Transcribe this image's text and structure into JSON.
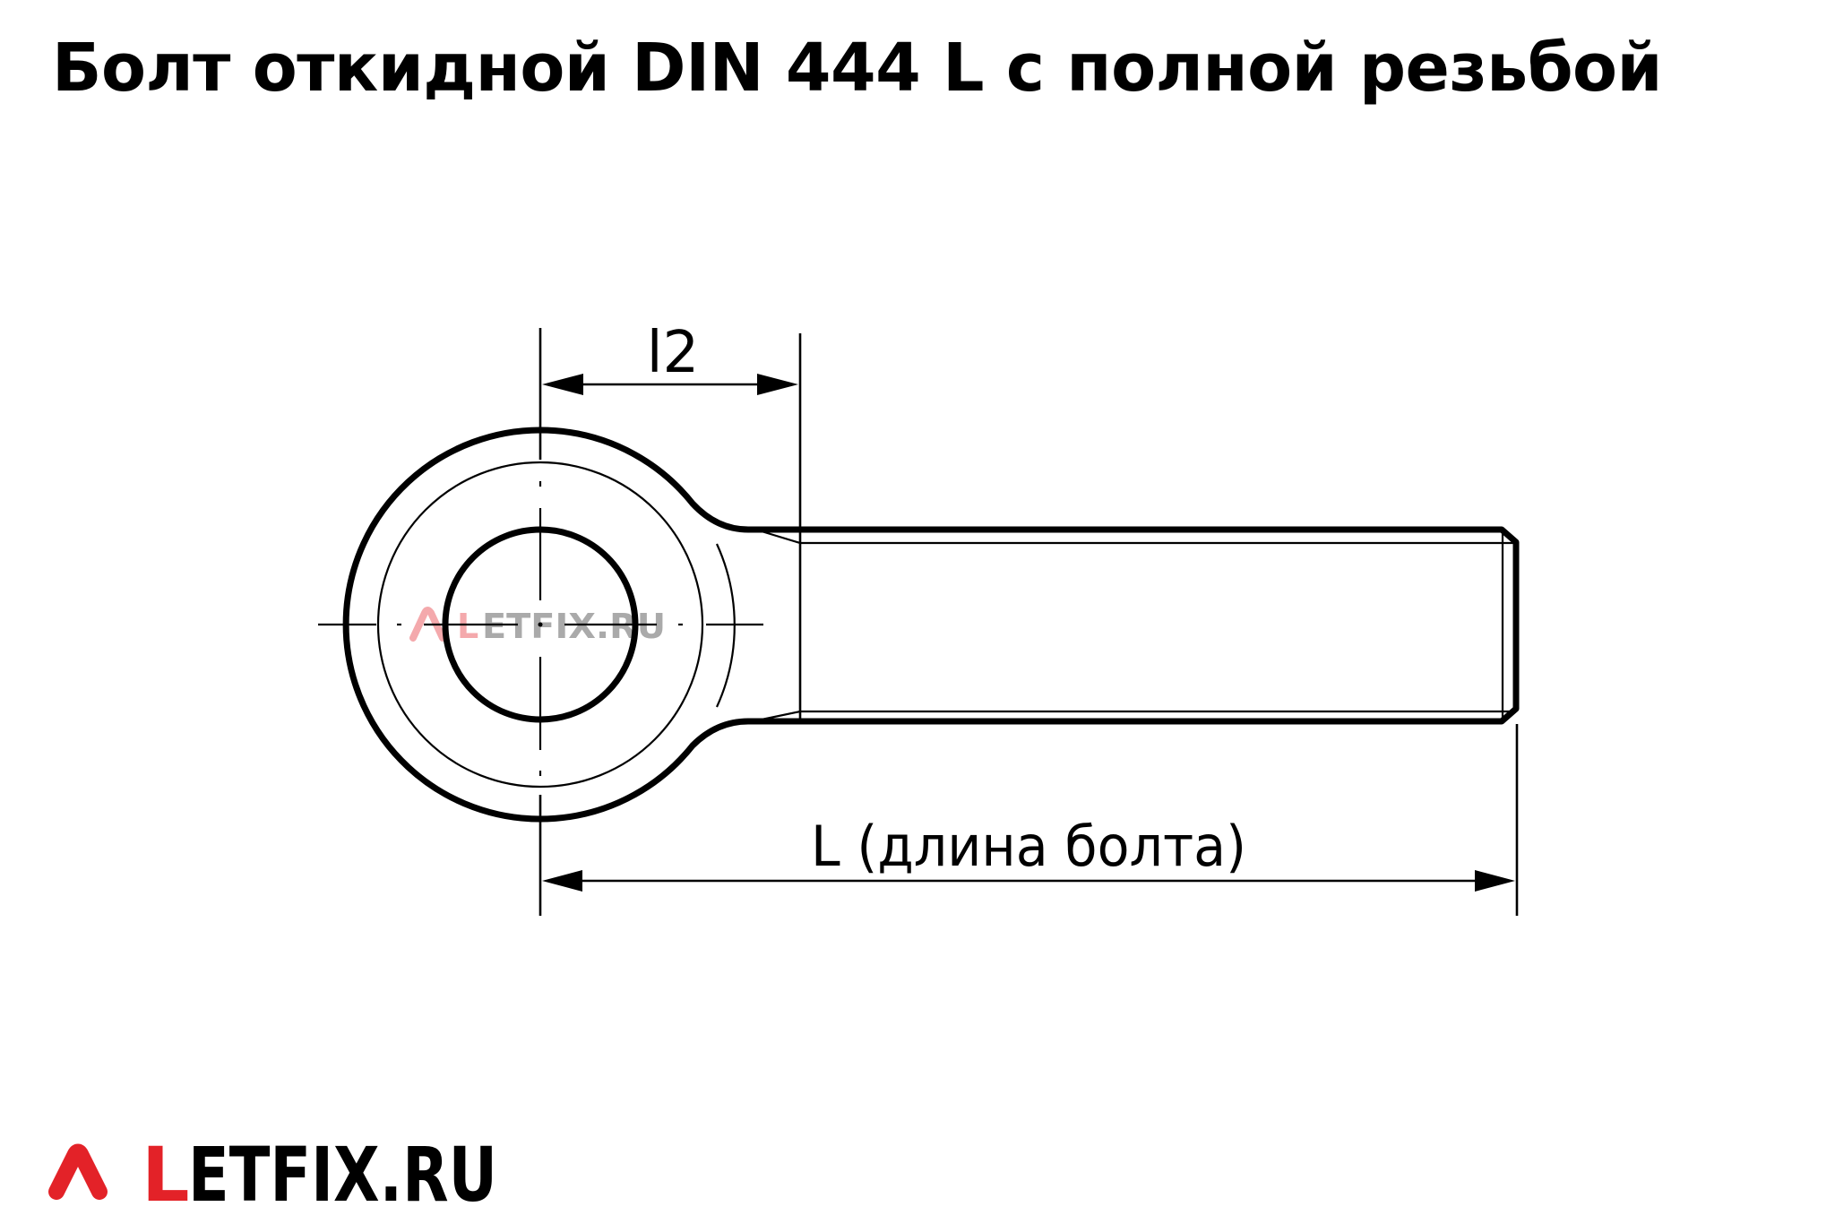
{
  "title": "Болт откидной DIN 444 L с полной резьбой",
  "drawing": {
    "dimension_l2": {
      "label": "l2"
    },
    "dimension_L": {
      "label": "L (длина болта)"
    },
    "watermark": {
      "mark_letter": "L",
      "text_rest": "ETFIX.RU",
      "colors": {
        "red": "#f4a5a8",
        "gray": "#a6a6a6"
      }
    }
  },
  "logo": {
    "first_letter": "L",
    "text_rest": "ETFIX.RU",
    "colors": {
      "red": "#e32228",
      "black": "#000000"
    }
  }
}
